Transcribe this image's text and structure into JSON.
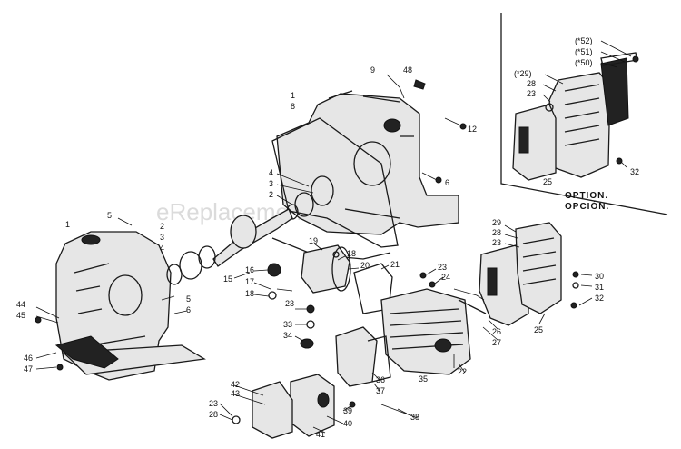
{
  "watermark": "eReplacementParts.com",
  "option_labels": [
    "OPTION.",
    "OPCIÓN."
  ],
  "callouts": {
    "n52": "(*52)",
    "n51": "(*51)",
    "n50": "(*50)",
    "n29": "(*29)",
    "i28": "28",
    "i23": "23",
    "i25": "25",
    "i32": "32",
    "c9": "9",
    "c48": "48",
    "c1a": "1",
    "c8": "8",
    "c12": "12",
    "c4a": "4",
    "c3a": "3",
    "c2a": "2",
    "c6a": "6",
    "c5a": "5",
    "c1b": "1",
    "c2b": "2",
    "c3b": "3",
    "c4b": "4",
    "c19": "19",
    "c18a": "18",
    "c20": "20",
    "c21": "21",
    "c15": "15",
    "c16": "16",
    "c17": "17",
    "c18b": "18",
    "c23a": "23",
    "c24": "24",
    "c29": "29",
    "c28a": "28",
    "c23b": "23",
    "c30": "30",
    "c31": "31",
    "c32": "32",
    "c5b": "5",
    "c6b": "6",
    "c44": "44",
    "c45": "45",
    "c46": "46",
    "c47": "47",
    "c23c": "23",
    "c33": "33",
    "c34": "34",
    "c26": "26",
    "c27": "27",
    "c25": "25",
    "c22": "22",
    "c35": "35",
    "c36": "36",
    "c37": "37",
    "c38": "38",
    "c39": "39",
    "c40": "40",
    "c41": "41",
    "c42": "42",
    "c43": "43",
    "c23d": "23",
    "c28b": "28"
  }
}
